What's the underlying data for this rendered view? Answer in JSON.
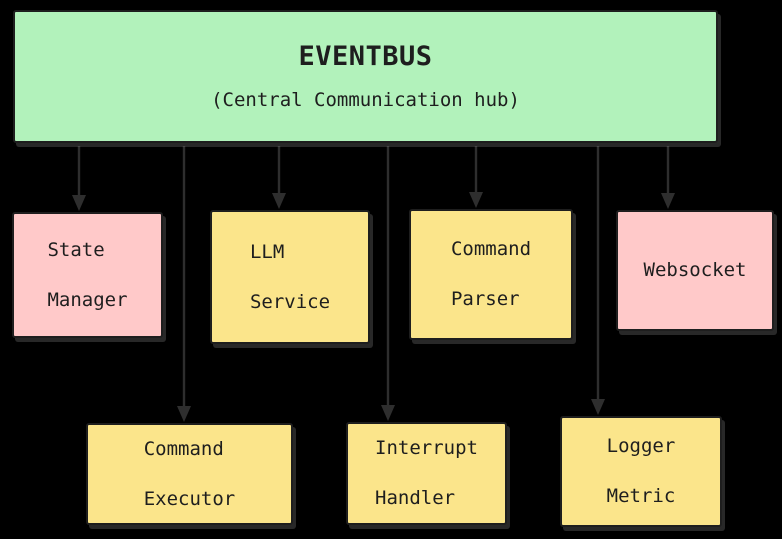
{
  "diagram": {
    "hub": {
      "title": "EVENTBUS",
      "subtitle": "(Central Communication hub)"
    },
    "nodes": [
      {
        "id": "state-manager",
        "lines": [
          "State",
          "Manager"
        ],
        "color": "pink",
        "row": 1
      },
      {
        "id": "llm-service",
        "lines": [
          "LLM",
          "Service"
        ],
        "color": "yellow",
        "row": 1
      },
      {
        "id": "command-parser",
        "lines": [
          "Command",
          "Parser"
        ],
        "color": "yellow",
        "row": 1
      },
      {
        "id": "websocket",
        "lines": [
          "Websocket"
        ],
        "color": "pink",
        "row": 1
      },
      {
        "id": "command-executor",
        "lines": [
          "Command",
          "Executor"
        ],
        "color": "yellow",
        "row": 2
      },
      {
        "id": "interrupt-handler",
        "lines": [
          "Interrupt",
          "Handler"
        ],
        "color": "yellow",
        "row": 2
      },
      {
        "id": "logger-metric",
        "lines": [
          "Logger",
          "Metric"
        ],
        "color": "yellow",
        "row": 2
      }
    ],
    "edges": [
      {
        "from": "eventbus",
        "to": "state-manager"
      },
      {
        "from": "eventbus",
        "to": "command-executor"
      },
      {
        "from": "eventbus",
        "to": "llm-service"
      },
      {
        "from": "eventbus",
        "to": "interrupt-handler"
      },
      {
        "from": "eventbus",
        "to": "command-parser"
      },
      {
        "from": "eventbus",
        "to": "logger-metric"
      },
      {
        "from": "eventbus",
        "to": "websocket"
      }
    ]
  },
  "colors": {
    "background": "#000000",
    "green": "#b2f2bb",
    "yellow": "#fbe58b",
    "pink": "#ffc9c9",
    "stroke": "#1e1e1e",
    "arrow": "#2e2e2e",
    "text": "#1e1e1e"
  }
}
